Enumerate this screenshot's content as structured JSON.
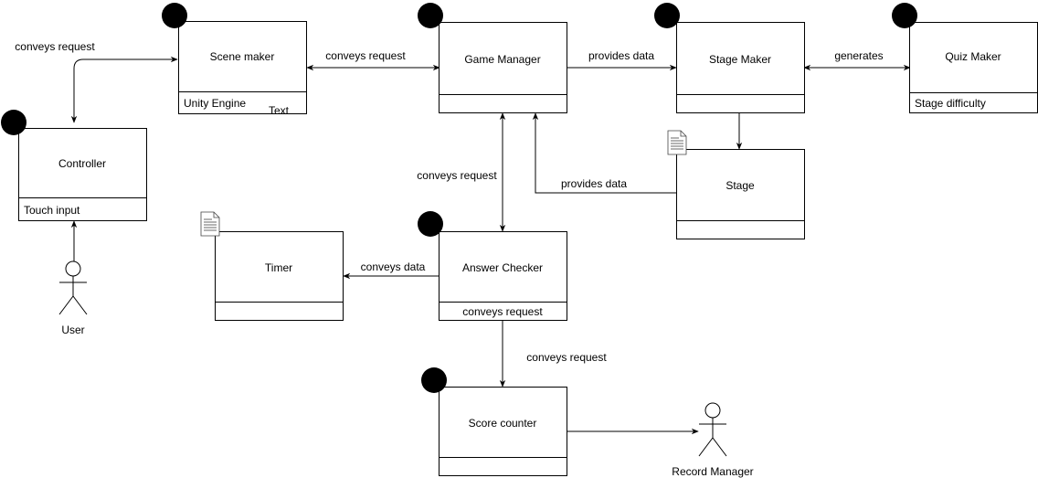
{
  "components": {
    "scene_maker": {
      "title": "Scene maker",
      "attribute": "Unity Engine",
      "extra": "Text"
    },
    "game_manager": {
      "title": "Game Manager",
      "attribute": ""
    },
    "stage_maker": {
      "title": "Stage Maker",
      "attribute": ""
    },
    "quiz_maker": {
      "title": "Quiz Maker",
      "attribute": "Stage difficulty"
    },
    "controller": {
      "title": "Controller",
      "attribute": "Touch input"
    },
    "stage": {
      "title": "Stage",
      "attribute": ""
    },
    "timer": {
      "title": "Timer",
      "attribute": ""
    },
    "answer_checker": {
      "title": "Answer Checker",
      "attribute": "conveys request"
    },
    "score_counter": {
      "title": "Score counter",
      "attribute": ""
    }
  },
  "actors": {
    "user": "User",
    "record_manager": "Record Manager"
  },
  "edge_labels": {
    "controller_scene": "conveys request",
    "scene_game": "conveys request",
    "game_stage": "provides data",
    "stage_quiz": "generates",
    "game_answer": "conveys request",
    "stage_game": "provides data",
    "answer_timer": "conveys data",
    "answer_score": "conveys request"
  },
  "icons": {
    "component": "smiley-face-icon",
    "resource": "document-icon",
    "actor": "stick-figure-icon"
  }
}
